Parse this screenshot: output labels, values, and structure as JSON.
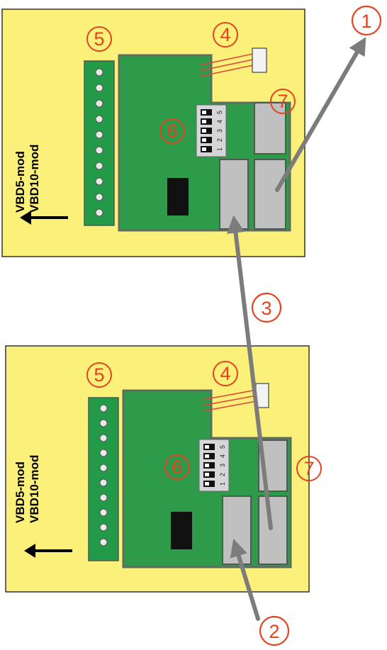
{
  "colors": {
    "board_bg": "#fbf07a",
    "pcb": "#2e9b4b",
    "pcb_edge": "#5d6d60",
    "terminal": "#239a48",
    "relay": "#c0c0c0",
    "chip": "#111111",
    "callout": "#e4431f",
    "arrow": "#7c7c7c",
    "wire": "#e0443a"
  },
  "top_unit": {
    "label_line1": "VBD5-mod",
    "label_line2": "VBD10-mod",
    "dip_numbers": [
      "1",
      "2",
      "3",
      "4",
      "5"
    ],
    "callouts": {
      "terminal": "5",
      "connector": "4",
      "dip": "6",
      "relay": "7"
    }
  },
  "bottom_unit": {
    "label_line1": "VBD5-mod",
    "label_line2": "VBD10-mod",
    "dip_numbers": [
      "1",
      "2",
      "3",
      "4",
      "5"
    ],
    "callouts": {
      "terminal": "5",
      "connector": "4",
      "dip": "6",
      "relay": "7"
    }
  },
  "flow_callouts": {
    "output": "1",
    "input": "2",
    "link": "3"
  },
  "icons": [
    "direction-arrow-icon",
    "flow-arrow-icon"
  ]
}
